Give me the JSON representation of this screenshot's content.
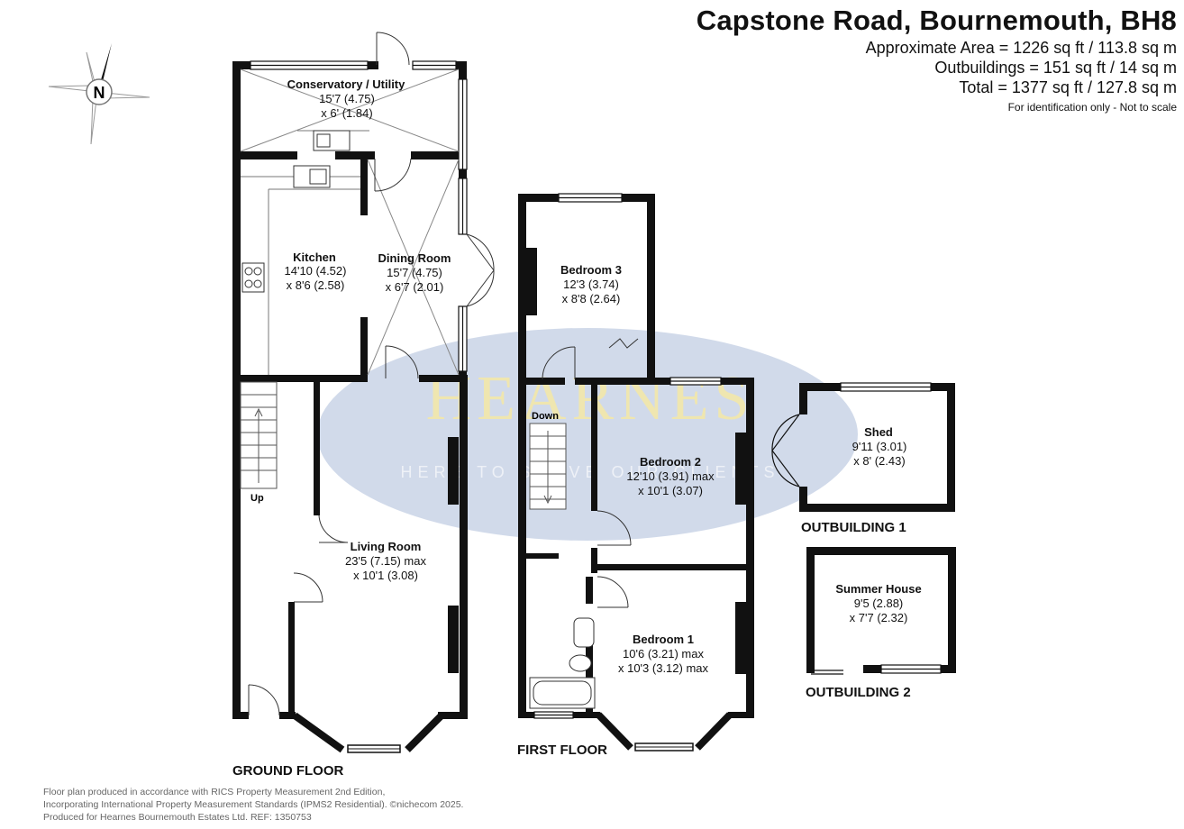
{
  "header": {
    "title": "Capstone Road, Bournemouth, BH8",
    "area_lines": [
      "Approximate Area = 1226 sq ft / 113.8 sq m",
      "Outbuildings = 151 sq ft / 14 sq m",
      "Total = 1377 sq ft / 127.8 sq m"
    ],
    "note": "For identification only - Not to scale"
  },
  "compass": {
    "label": "N"
  },
  "watermark": {
    "brand": "HEARNES",
    "tagline": "HERE TO SERVE OUR CLIENTS"
  },
  "rooms": {
    "conservatory": {
      "name": "Conservatory /  Utility",
      "dim1": "15'7 (4.75)",
      "dim2": "x 6' (1.84)"
    },
    "kitchen": {
      "name": "Kitchen",
      "dim1": "14'10 (4.52)",
      "dim2": "x 8'6 (2.58)"
    },
    "dining": {
      "name": "Dining Room",
      "dim1": "15'7 (4.75)",
      "dim2": "x 6'7 (2.01)"
    },
    "living": {
      "name": "Living Room",
      "dim1": "23'5 (7.15) max",
      "dim2": "x 10'1 (3.08)"
    },
    "bedroom3": {
      "name": "Bedroom 3",
      "dim1": "12'3 (3.74)",
      "dim2": "x 8'8 (2.64)"
    },
    "bedroom2": {
      "name": "Bedroom 2",
      "dim1": "12'10 (3.91) max",
      "dim2": "x 10'1 (3.07)"
    },
    "bedroom1": {
      "name": "Bedroom 1",
      "dim1": "10'6 (3.21) max",
      "dim2": "x 10'3 (3.12) max"
    },
    "shed": {
      "name": "Shed",
      "dim1": "9'11 (3.01)",
      "dim2": "x 8' (2.43)"
    },
    "summer": {
      "name": "Summer House",
      "dim1": "9'5 (2.88)",
      "dim2": "x 7'7 (2.32)"
    }
  },
  "stairs": {
    "up": "Up",
    "down": "Down"
  },
  "floors": {
    "ground": "GROUND FLOOR",
    "first": "FIRST FLOOR",
    "out1": "OUTBUILDING 1",
    "out2": "OUTBUILDING 2"
  },
  "footer": {
    "line1": "Floor plan produced in accordance with RICS Property Measurement 2nd Edition,",
    "line2": "Incorporating International Property Measurement Standards (IPMS2 Residential).  ©nichecom 2025.",
    "line3": "Produced for Hearnes Bournemouth Estates Ltd.   REF:   1350753"
  }
}
